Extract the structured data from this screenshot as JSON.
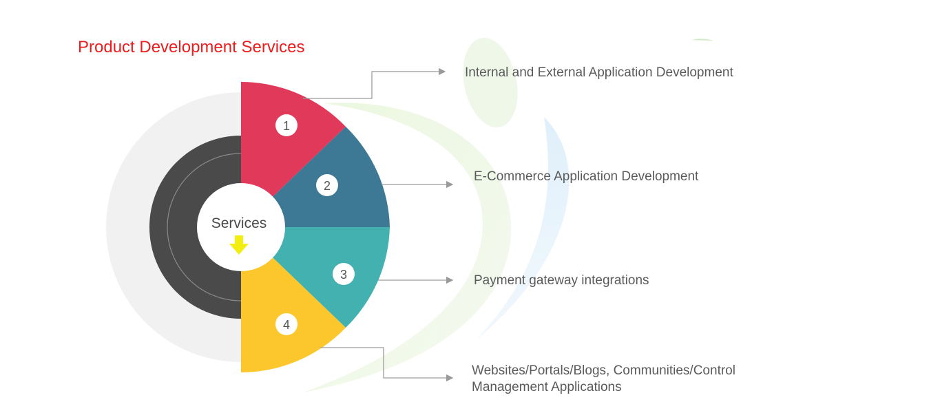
{
  "title": "Product Development Services",
  "center_label": "Services",
  "segments": [
    {
      "number": "1",
      "label": "Internal and External Application Development",
      "color": "#e1395a"
    },
    {
      "number": "2",
      "label": "E-Commerce Application Development",
      "color": "#3d7995"
    },
    {
      "number": "3",
      "label": "Payment gateway integrations",
      "color": "#44b1b1"
    },
    {
      "number": "4",
      "label_line1": "Websites/Portals/Blogs, Communities/Control",
      "label_line2": "Management Applications",
      "color": "#fbc72c"
    }
  ],
  "colors": {
    "title": "#ee1c1c",
    "outer_ring": "#f1f1f1",
    "dark_ring": "#4a4a4a",
    "arrow": "#f2ee12",
    "connector": "#9a9a9a"
  }
}
